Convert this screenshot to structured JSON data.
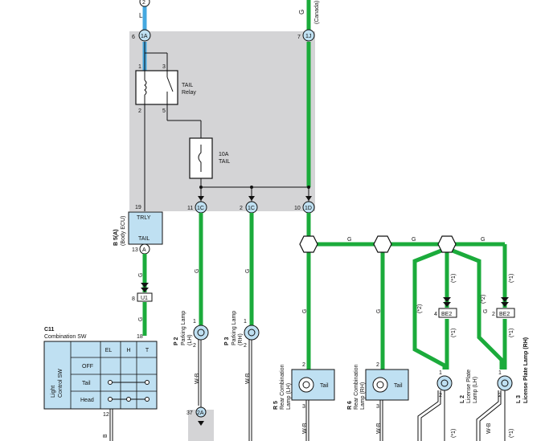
{
  "top": {
    "connector_2": "2",
    "wire_L": "L",
    "wire_G": "G",
    "canada_note": "(Canada)",
    "pin_6": "6",
    "conn_1A": "1A",
    "pin_7": "7",
    "conn_1J": "1J"
  },
  "relay": {
    "pin_1": "1",
    "pin_3": "3",
    "pin_2": "2",
    "pin_5": "5",
    "name_line1": "TAIL",
    "name_line2": "Relay"
  },
  "fuse": {
    "rating": "10A",
    "name": "TAIL"
  },
  "junction": {
    "pin_19": "19",
    "pin_11": "11",
    "conn_1C_a": "1C",
    "pin_2b": "2",
    "conn_1C_b": "1C",
    "pin_10": "10",
    "conn_1D": "1D"
  },
  "ecu": {
    "trly": "TRLY",
    "tail": "TAIL",
    "id": "B 5(A)",
    "name": "(Body ECU)",
    "pin_13": "13",
    "conn_A": "A"
  },
  "connector_U1": {
    "pin": "8",
    "label": "U1"
  },
  "switch": {
    "id": "C11",
    "name": "Combination SW",
    "pin_18": "18",
    "pin_12": "12",
    "side_label_1": "Light",
    "side_label_2": "Control SW",
    "headers": [
      "EL",
      "H",
      "T"
    ],
    "rows": [
      "OFF",
      "Tail",
      "Head"
    ]
  },
  "lamps": {
    "p2_id": "P 2",
    "p2_name": "Parking Lamp",
    "p2_side": "(LH)",
    "p3_id": "P 3",
    "p3_name": "Parking Lamp",
    "p3_side": "(RH)",
    "r5_id": "R 5",
    "r5_name1": "Rear Combination",
    "r5_name2": "Lamp (LH)",
    "r6_id": "R 6",
    "r6_name1": "Rear Combination",
    "r6_name2": "Lamp (RH)",
    "tail": "Tail",
    "l2_id": "L 2",
    "l2_name1": "License Plate",
    "l2_name2": "Lamp (LH)",
    "l3_id": "L 3",
    "l3_name": "License Plate Lamp (RH)",
    "pin_1": "1",
    "pin_2": "2",
    "pin_3": "3"
  },
  "bottom": {
    "pin_37": "37",
    "conn_2A": "2A",
    "wire_WB": "W-B",
    "wire_B": "B",
    "wire_G": "G"
  },
  "be2": {
    "label": "BE2",
    "pin_4": "4",
    "pin_2": "2"
  },
  "wire_notes": {
    "plus1": "(*1)",
    "plus2": "(*2)"
  },
  "colors": {
    "green_wire": "#1bab3b",
    "blue_wire": "#45a8e0",
    "gray_box": "#d4d4d6",
    "component_fill": "#bfe0f2"
  }
}
